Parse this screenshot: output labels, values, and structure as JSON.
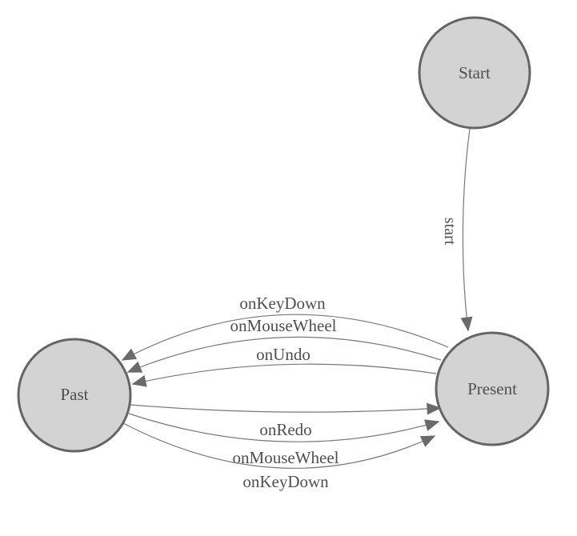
{
  "diagram": {
    "background": "#ffffff",
    "colors": {
      "node_fill": "#d3d3d3",
      "node_border": "#656565",
      "edge_line": "#787878",
      "arrow_fill": "#6a6a6a",
      "text": "#4f4f4f"
    },
    "nodes": [
      {
        "id": "Start",
        "label": "Start"
      },
      {
        "id": "Past",
        "label": "Past"
      },
      {
        "id": "Present",
        "label": "Present"
      }
    ],
    "edges": [
      {
        "from": "Start",
        "to": "Present",
        "label": "start"
      },
      {
        "from": "Present",
        "to": "Past",
        "label": "onKeyDown"
      },
      {
        "from": "Present",
        "to": "Past",
        "label": "onMouseWheel"
      },
      {
        "from": "Present",
        "to": "Past",
        "label": "onUndo"
      },
      {
        "from": "Past",
        "to": "Present",
        "label": "onRedo"
      },
      {
        "from": "Past",
        "to": "Present",
        "label": "onMouseWheel"
      },
      {
        "from": "Past",
        "to": "Present",
        "label": "onKeyDown"
      }
    ]
  }
}
